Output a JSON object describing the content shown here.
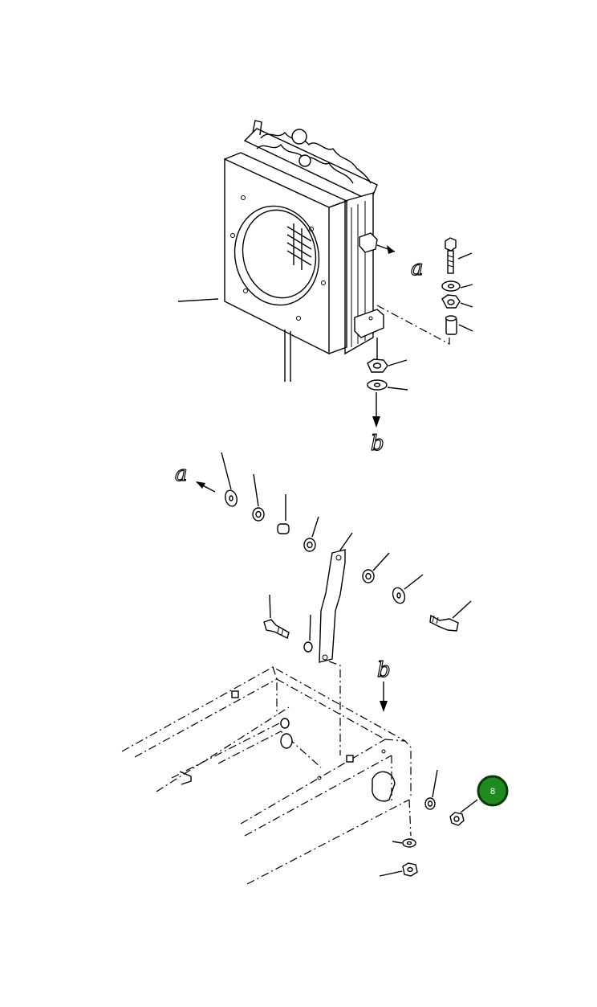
{
  "diagram": {
    "reference_labels": {
      "a_top": "a",
      "b_top": "b",
      "a_mid": "a",
      "b_bottom": "b"
    },
    "callout_badge": {
      "number": "8",
      "color": "#1f8a1f",
      "border_color": "#0a3a0a"
    }
  }
}
